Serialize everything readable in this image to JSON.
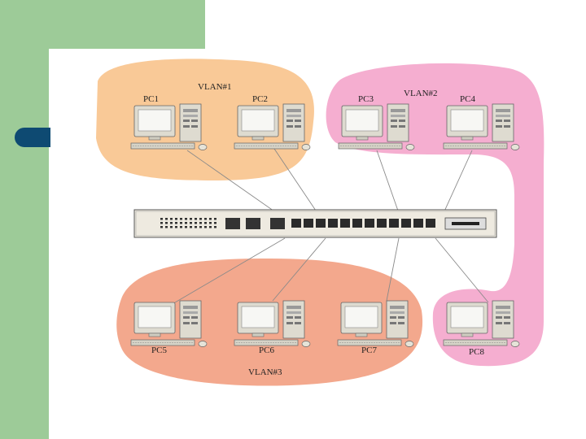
{
  "slide": {
    "accent_colors": {
      "green": "#9dcb98",
      "bullet": "#0e4a72"
    }
  },
  "vlans": [
    {
      "label": "VLAN#1",
      "color": "#f9c997"
    },
    {
      "label": "VLAN#2",
      "color": "#f5aed0"
    },
    {
      "label": "VLAN#3",
      "color": "#f3a88d"
    }
  ],
  "pcs": [
    {
      "label": "PC1",
      "vlan": "VLAN#1"
    },
    {
      "label": "PC2",
      "vlan": "VLAN#1"
    },
    {
      "label": "PC3",
      "vlan": "VLAN#2"
    },
    {
      "label": "PC4",
      "vlan": "VLAN#2"
    },
    {
      "label": "PC5",
      "vlan": "VLAN#3"
    },
    {
      "label": "PC6",
      "vlan": "VLAN#3"
    },
    {
      "label": "PC7",
      "vlan": "VLAN#3"
    },
    {
      "label": "PC8",
      "vlan": "VLAN#2"
    }
  ],
  "switch": {
    "icon": "network-switch-icon"
  },
  "pc_icon": "desktop-computer-icon"
}
